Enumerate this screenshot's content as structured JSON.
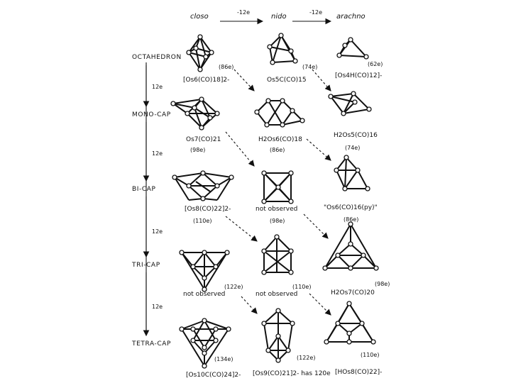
{
  "header": {
    "closo": "closo",
    "nido": "nido",
    "arachno": "arachno",
    "step1": "-12e",
    "step2": "-12e"
  },
  "rows": [
    {
      "label": "OCTAHEDRON"
    },
    {
      "label": "MONO-CAP"
    },
    {
      "label": "BI-CAP"
    },
    {
      "label": "TRI-CAP"
    },
    {
      "label": "TETRA-CAP"
    }
  ],
  "vertical_steps": [
    "12e",
    "12e",
    "12e",
    "12e"
  ],
  "captions": {
    "r1_closo": "[Os6(CO)18]2-",
    "r1_closo_e": "(86e)",
    "r1_nido": "Os5C(CO)15",
    "r1_nido_e": "(74e)",
    "r1_arachno": "[Os4H(CO)12]-",
    "r1_arachno_e": "(62e)",
    "r2_closo": "Os7(CO)21",
    "r2_closo_e": "(98e)",
    "r2_nido": "H2Os6(CO)18",
    "r2_nido_e": "(86e)",
    "r2_arachno": "H2Os5(CO)16",
    "r2_arachno_e": "(74e)",
    "r3_closo": "[Os8(CO)22]2-",
    "r3_closo_e": "(110e)",
    "r3_nido": "not observed",
    "r3_nido_e": "(98e)",
    "r3_arachno": "\"Os6(CO)16(py)\"",
    "r3_arachno_e": "(86e)",
    "r4_closo": "not observed",
    "r4_closo_e": "(122e)",
    "r4_nido": "not observed",
    "r4_nido_e": "(110e)",
    "r4_arachno": "H2Os7(CO)20",
    "r4_arachno_e": "(98e)",
    "r5_closo": "[Os10C(CO)24]2-",
    "r5_closo_e": "(134e)",
    "r5_nido": "[Os9(CO)21]2- has 120e",
    "r5_nido_e": "(122e)",
    "r5_arachno": "[HOs8(CO)22]-",
    "r5_arachno_e": "(110e)"
  }
}
